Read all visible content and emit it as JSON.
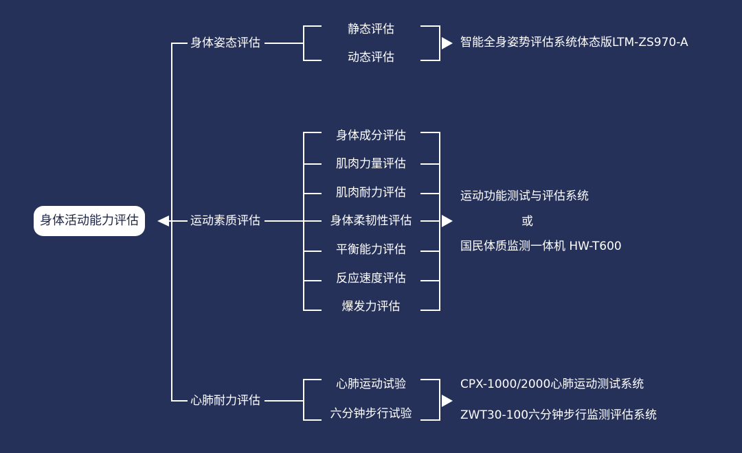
{
  "colors": {
    "background": "#26315a",
    "line": "#ffffff",
    "root_box": "#ffffff",
    "root_text": "#1e2749"
  },
  "root": "身体活动能力评估",
  "branches": [
    {
      "label": "身体姿态评估",
      "items": [
        "静态评估",
        "动态评估"
      ],
      "systems": [
        "智能全身姿势评估系统体态版LTM-ZS970-A"
      ]
    },
    {
      "label": "运动素质评估",
      "items": [
        "身体成分评估",
        "肌肉力量评估",
        "肌肉耐力评估",
        "身体柔韧性评估",
        "平衡能力评估",
        "反应速度评估",
        "爆发力评估"
      ],
      "systems": [
        "运动功能测试与评估系统",
        "或",
        "国民体质监测一体机 HW-T600"
      ]
    },
    {
      "label": "心肺耐力评估",
      "items": [
        "心肺运动试验",
        "六分钟步行试验"
      ],
      "systems": [
        "CPX-1000/2000心肺运动测试系统",
        "ZWT30-100六分钟步行监测评估系统"
      ]
    }
  ]
}
